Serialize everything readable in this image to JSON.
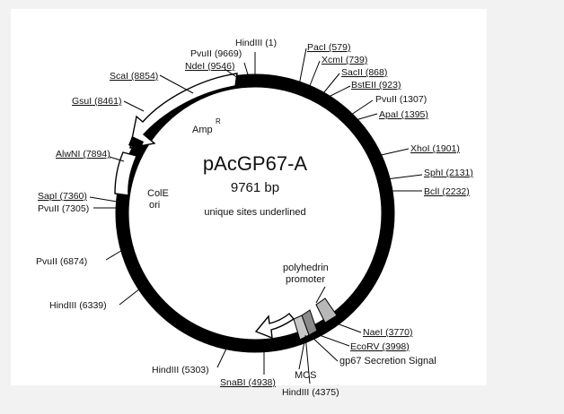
{
  "plasmid": {
    "name": "pAcGP67-A",
    "size_label": "9761 bp",
    "note": "unique sites underlined",
    "colors": {
      "backbone": "#000000",
      "feature_fill": "#ffffff",
      "promoter_fill": "#8a8a8a",
      "signal_fill": "#c8c8c8"
    }
  },
  "sites": [
    {
      "id": "hindiii-1",
      "label": "HindIII (1)",
      "underlined": false
    },
    {
      "id": "pvuii-9669",
      "label": "PvuII (9669)",
      "underlined": false
    },
    {
      "id": "ndei-9546",
      "label": "NdeI (9546)",
      "underlined": true
    },
    {
      "id": "scai-8854",
      "label": "ScaI (8854)",
      "underlined": true
    },
    {
      "id": "gsui-8461",
      "label": "GsuI (8461)",
      "underlined": true
    },
    {
      "id": "alwni-7894",
      "label": "AlwNI (7894)",
      "underlined": true
    },
    {
      "id": "sapi-7360",
      "label": "SapI (7360)",
      "underlined": true
    },
    {
      "id": "pvuii-7305",
      "label": "PvuII (7305)",
      "underlined": false
    },
    {
      "id": "pvuii-6874",
      "label": "PvuII (6874)",
      "underlined": false
    },
    {
      "id": "hindiii-6339",
      "label": "HindIII (6339)",
      "underlined": false
    },
    {
      "id": "hindiii-5303",
      "label": "HindIII (5303)",
      "underlined": false
    },
    {
      "id": "snabi-4938",
      "label": "SnaBI (4938)",
      "underlined": true
    },
    {
      "id": "hindiii-4375",
      "label": "HindIII (4375)",
      "underlined": false
    },
    {
      "id": "ecorv-3998",
      "label": "EcoRV (3998)",
      "underlined": true
    },
    {
      "id": "naei-3770",
      "label": "NaeI (3770)",
      "underlined": true
    },
    {
      "id": "bcli-2232",
      "label": "BclI (2232)",
      "underlined": true
    },
    {
      "id": "sphi-2131",
      "label": "SphI (2131)",
      "underlined": true
    },
    {
      "id": "xhoi-1901",
      "label": "XhoI (1901)",
      "underlined": true
    },
    {
      "id": "apai-1395",
      "label": "ApaI (1395)",
      "underlined": true
    },
    {
      "id": "pvuii-1307",
      "label": "PvuII (1307)",
      "underlined": false
    },
    {
      "id": "bsteii-923",
      "label": "BstEII (923)",
      "underlined": true
    },
    {
      "id": "sacii-868",
      "label": "SacII (868)",
      "underlined": true
    },
    {
      "id": "xcmi-739",
      "label": "XcmI (739)",
      "underlined": true
    },
    {
      "id": "paci-579",
      "label": "PacI (579)",
      "underlined": true
    }
  ],
  "features": {
    "amp": "Amp",
    "amp_superscript": "R",
    "cole": "ColE",
    "ori": "ori",
    "polyhedrin_line1": "polyhedrin",
    "polyhedrin_line2": "promoter",
    "gp67": "gp67 Secretion Signal",
    "mcs": "MCS"
  }
}
